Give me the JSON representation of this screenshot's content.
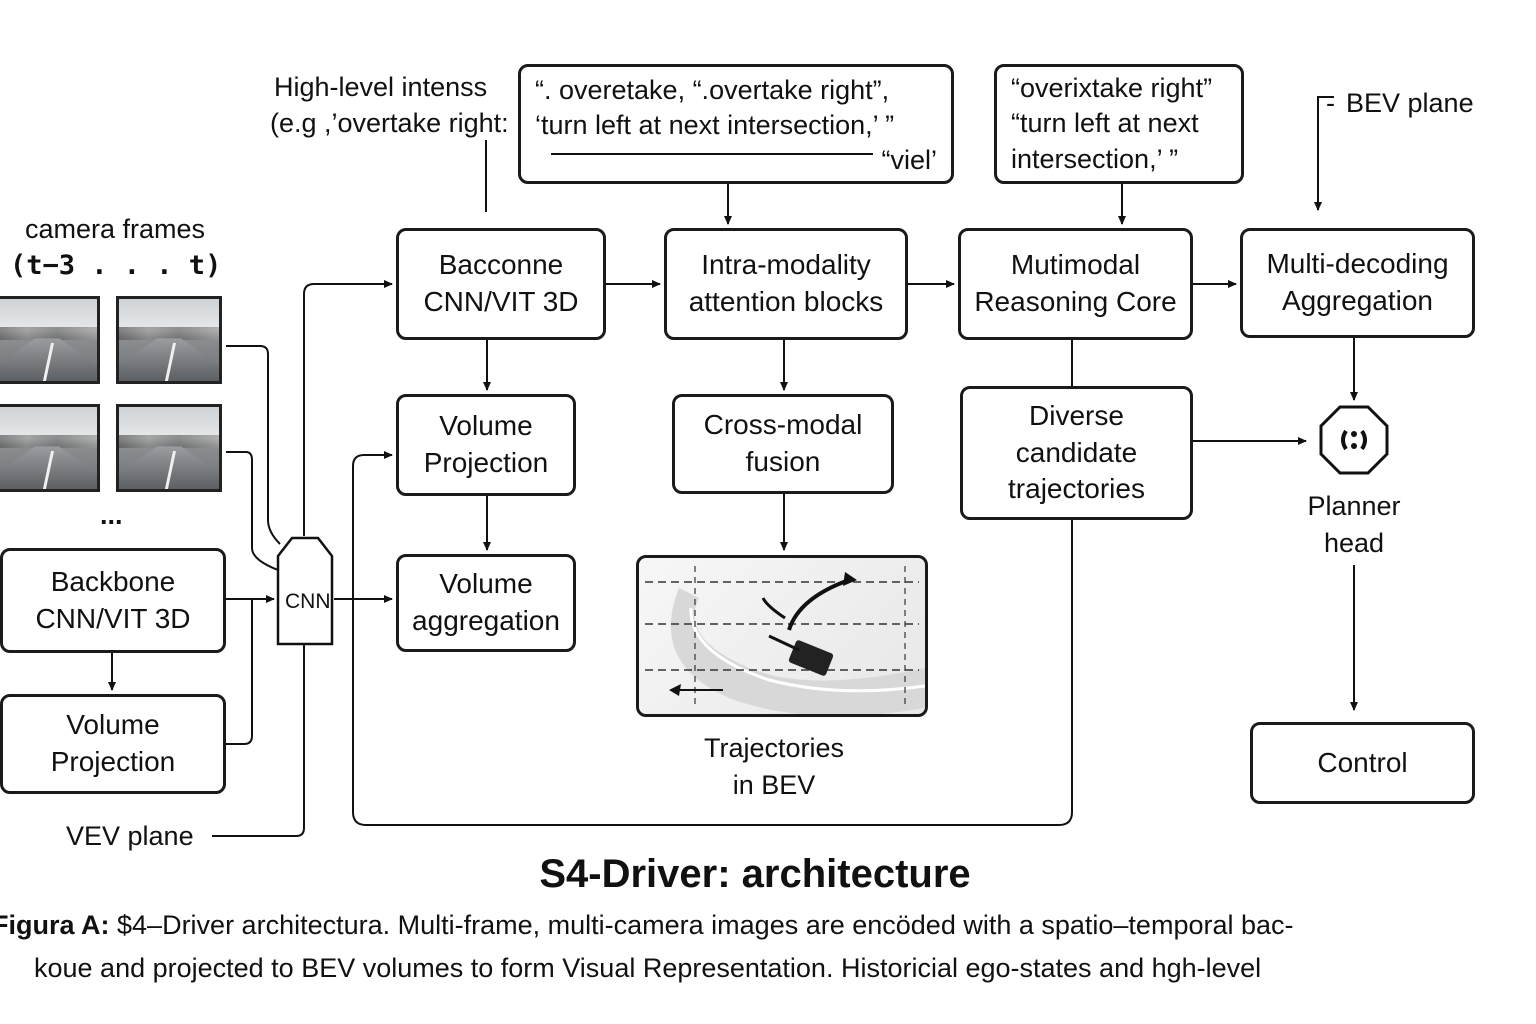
{
  "intent_label": {
    "line1": "High-level intenss",
    "line2": "(e.g ,’overtake right:"
  },
  "prompt_box_1": {
    "line1": "“. overetake, “.overtake right”,",
    "line2": "‘turn left at next intersection,’ ”",
    "line3": "“viel’"
  },
  "prompt_box_2": {
    "line1": "“overixtake right”",
    "line2": "“turn left at next",
    "line3": "intersection,’ ”"
  },
  "bev_plane_label": "BEV plane",
  "camera_label": {
    "line1": "camera frames",
    "line2": "(t−3 . . . t)"
  },
  "ellipsis": "...",
  "left_backbone": {
    "line1": "Backbone",
    "line2": "CNN/VIT 3D"
  },
  "left_projection": {
    "line1": "Volume",
    "line2": "Projection"
  },
  "cnn_label": "CNN",
  "vev_plane_label": "VEV plane",
  "backbone_box": {
    "line1": "Bacconne",
    "line2": "CNN/VIT 3D"
  },
  "volume_projection_box": {
    "line1": "Volume",
    "line2": "Projection"
  },
  "volume_aggregation_box": {
    "line1": "Volume",
    "line2": "aggregation"
  },
  "intra_box": {
    "line1": "Intra-modality",
    "line2": "attention blocks"
  },
  "cross_modal_box": {
    "line1": "Cross-modal",
    "line2": "fusion"
  },
  "trajectories_label": {
    "line1": "Trajectories",
    "line2": "in BEV"
  },
  "reasoning_box": {
    "line1": "Mutimodal",
    "line2": "Reasoning Core"
  },
  "candidates_box": {
    "line1": "Diverse",
    "line2": "candidate",
    "line3": "trajectories"
  },
  "aggregation_box": {
    "line1": "Multi-decoding",
    "line2": "Aggregation"
  },
  "planner_label": {
    "line1": "Planner",
    "line2": "head"
  },
  "control_box": "Control",
  "title": "S4-Driver: architecture",
  "caption": {
    "label": "Figura A:",
    "line1": "$4–Driver architectura. Multi-frame, multi-camera images are encöded with a spatio–temporal bac-",
    "line2": "koue and projected to BEV volumes to form  Visual Representation. Historicial ego-states and hgh-level"
  }
}
